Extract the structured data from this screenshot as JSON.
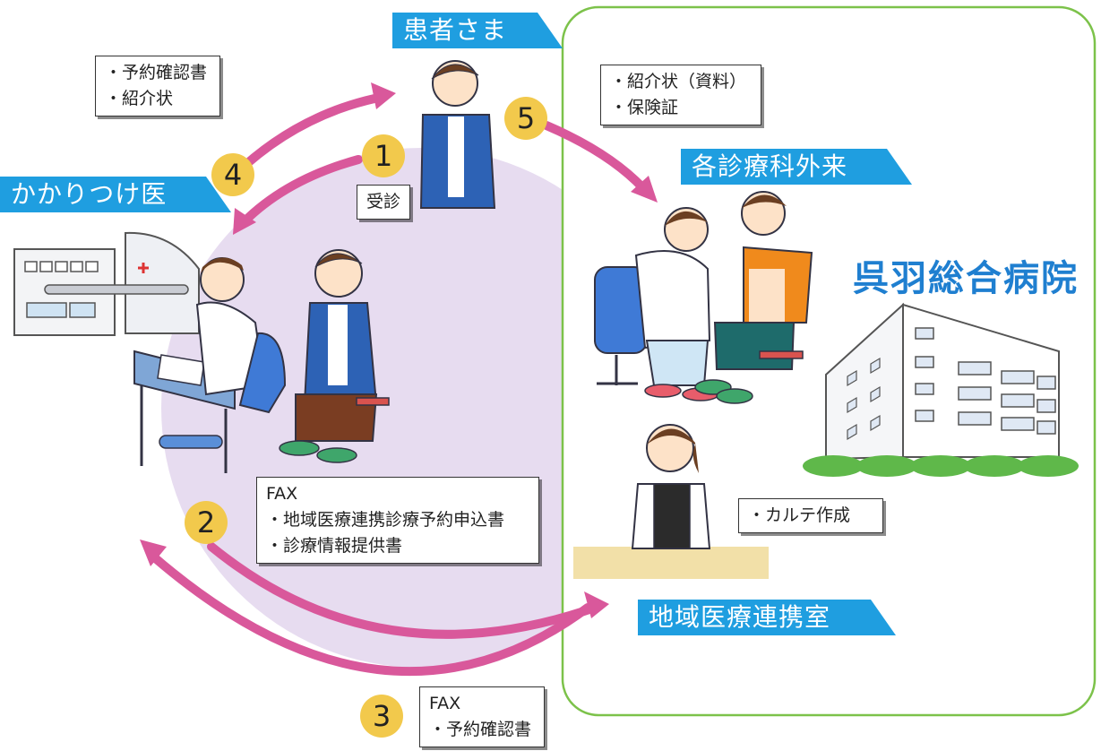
{
  "colors": {
    "banner": "#1f9ee0",
    "arrow": "#d9589b",
    "step_circle": "#f2c94c",
    "hospital_border": "#7cc24a",
    "hospital_name": "#1f7fd0",
    "background_circle": "#e7dcf0"
  },
  "labels": {
    "patient": "患者さま",
    "family_doctor": "かかりつけ医",
    "outpatient": "各診療科外来",
    "regional_office": "地域医療連携室",
    "hospital_name": "呉羽総合病院"
  },
  "steps": [
    "1",
    "2",
    "3",
    "4",
    "5"
  ],
  "notes": {
    "step1": [
      "受診"
    ],
    "step4": [
      "・予約確認書",
      "・紹介状"
    ],
    "step5": [
      "・紹介状（資料）",
      "・保険証"
    ],
    "step2": [
      "FAX",
      "・地域医療連携診療予約申込書",
      "・診療情報提供書"
    ],
    "step3": [
      "FAX",
      "・予約確認書"
    ],
    "office": [
      "・カルテ作成"
    ]
  },
  "icons": {
    "doctor_clinic": "doctor-with-patient-illustration",
    "patient": "patient-person-illustration",
    "outpatient": "doctor-examining-patient-illustration",
    "hospital": "hospital-building-illustration",
    "staff": "receptionist-illustration"
  }
}
